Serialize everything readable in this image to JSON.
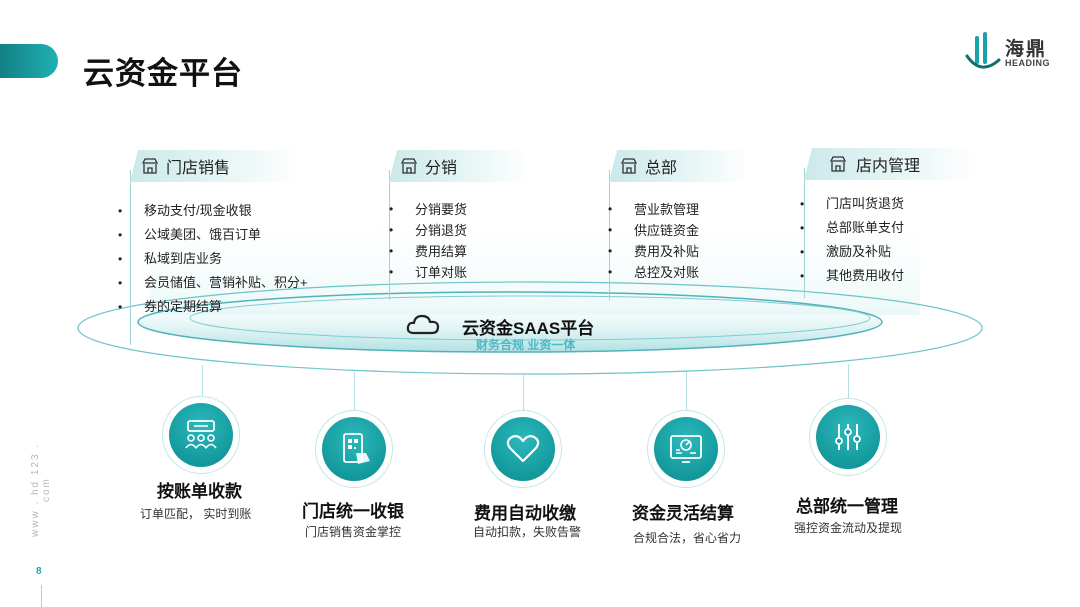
{
  "header": {
    "title": "云资金平台"
  },
  "logo": {
    "name_cn": "海鼎",
    "name_en": "HEADING"
  },
  "sidebar": {
    "watermark": "www . hd 123 . com",
    "page_number": "8"
  },
  "categories": [
    {
      "label": "门店销售",
      "icon": "store-icon",
      "items": [
        "移动支付/现金收银",
        "公域美团、饿百订单",
        "私域到店业务",
        "会员储值、营销补贴、积分+",
        "券的定期结算"
      ]
    },
    {
      "label": "分销",
      "icon": "store-icon",
      "items": [
        "分销要货",
        "分销退货",
        "费用结算",
        "订单对账"
      ]
    },
    {
      "label": "总部",
      "icon": "store-icon",
      "items": [
        "营业款管理",
        "供应链资金",
        "费用及补贴",
        "总控及对账"
      ]
    },
    {
      "label": "店内管理",
      "icon": "store-icon",
      "items": [
        "门店叫货退货",
        "总部账单支付",
        "激励及补贴",
        "其他费用收付"
      ]
    }
  ],
  "platform": {
    "title": "云资金SAAS平台",
    "subtitle": "财务合规  业资一体",
    "icon": "cloud-icon"
  },
  "features": [
    {
      "title": "按账单收款",
      "desc": "订单匹配，  实时到账",
      "icon": "billing-people-icon"
    },
    {
      "title": "门店统一收银",
      "desc": "门店销售资金掌控",
      "icon": "qr-pay-icon"
    },
    {
      "title": "费用自动收缴",
      "desc": "自动扣款，失败告警",
      "icon": "heart-icon"
    },
    {
      "title": "资金灵活结算",
      "desc": "合规合法，省心省力",
      "icon": "dashboard-icon"
    },
    {
      "title": "总部统一管理",
      "desc": "强控资金流动及提现",
      "icon": "sliders-icon"
    }
  ],
  "colors": {
    "accent": "#1aa3a6",
    "accent_dark": "#0e6f73",
    "subtitle": "#4fb8c3"
  }
}
